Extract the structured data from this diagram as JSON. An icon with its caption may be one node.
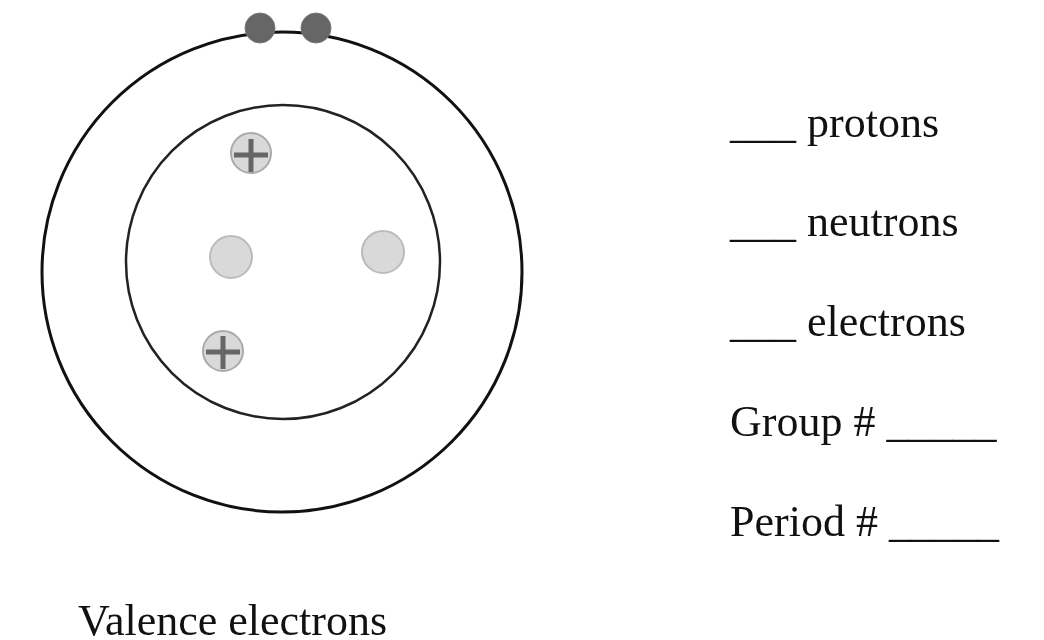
{
  "diagram": {
    "labels": [
      "___ protons",
      "___ neutrons",
      "___ electrons",
      "Group # _____",
      "Period # _____",
      "Valence electrons"
    ]
  }
}
